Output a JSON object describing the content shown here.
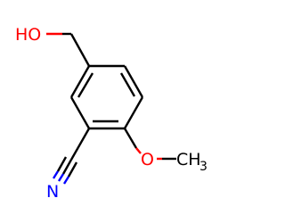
{
  "molecule": {
    "labels": {
      "hydroxyl": "HO",
      "nitrogen": "N",
      "methoxy_o": "O",
      "methyl_c": "CH",
      "methyl_sub": "3"
    },
    "colors": {
      "bond": "#000000",
      "oxygen": "#ff0000",
      "nitrogen": "#0000ff"
    }
  }
}
